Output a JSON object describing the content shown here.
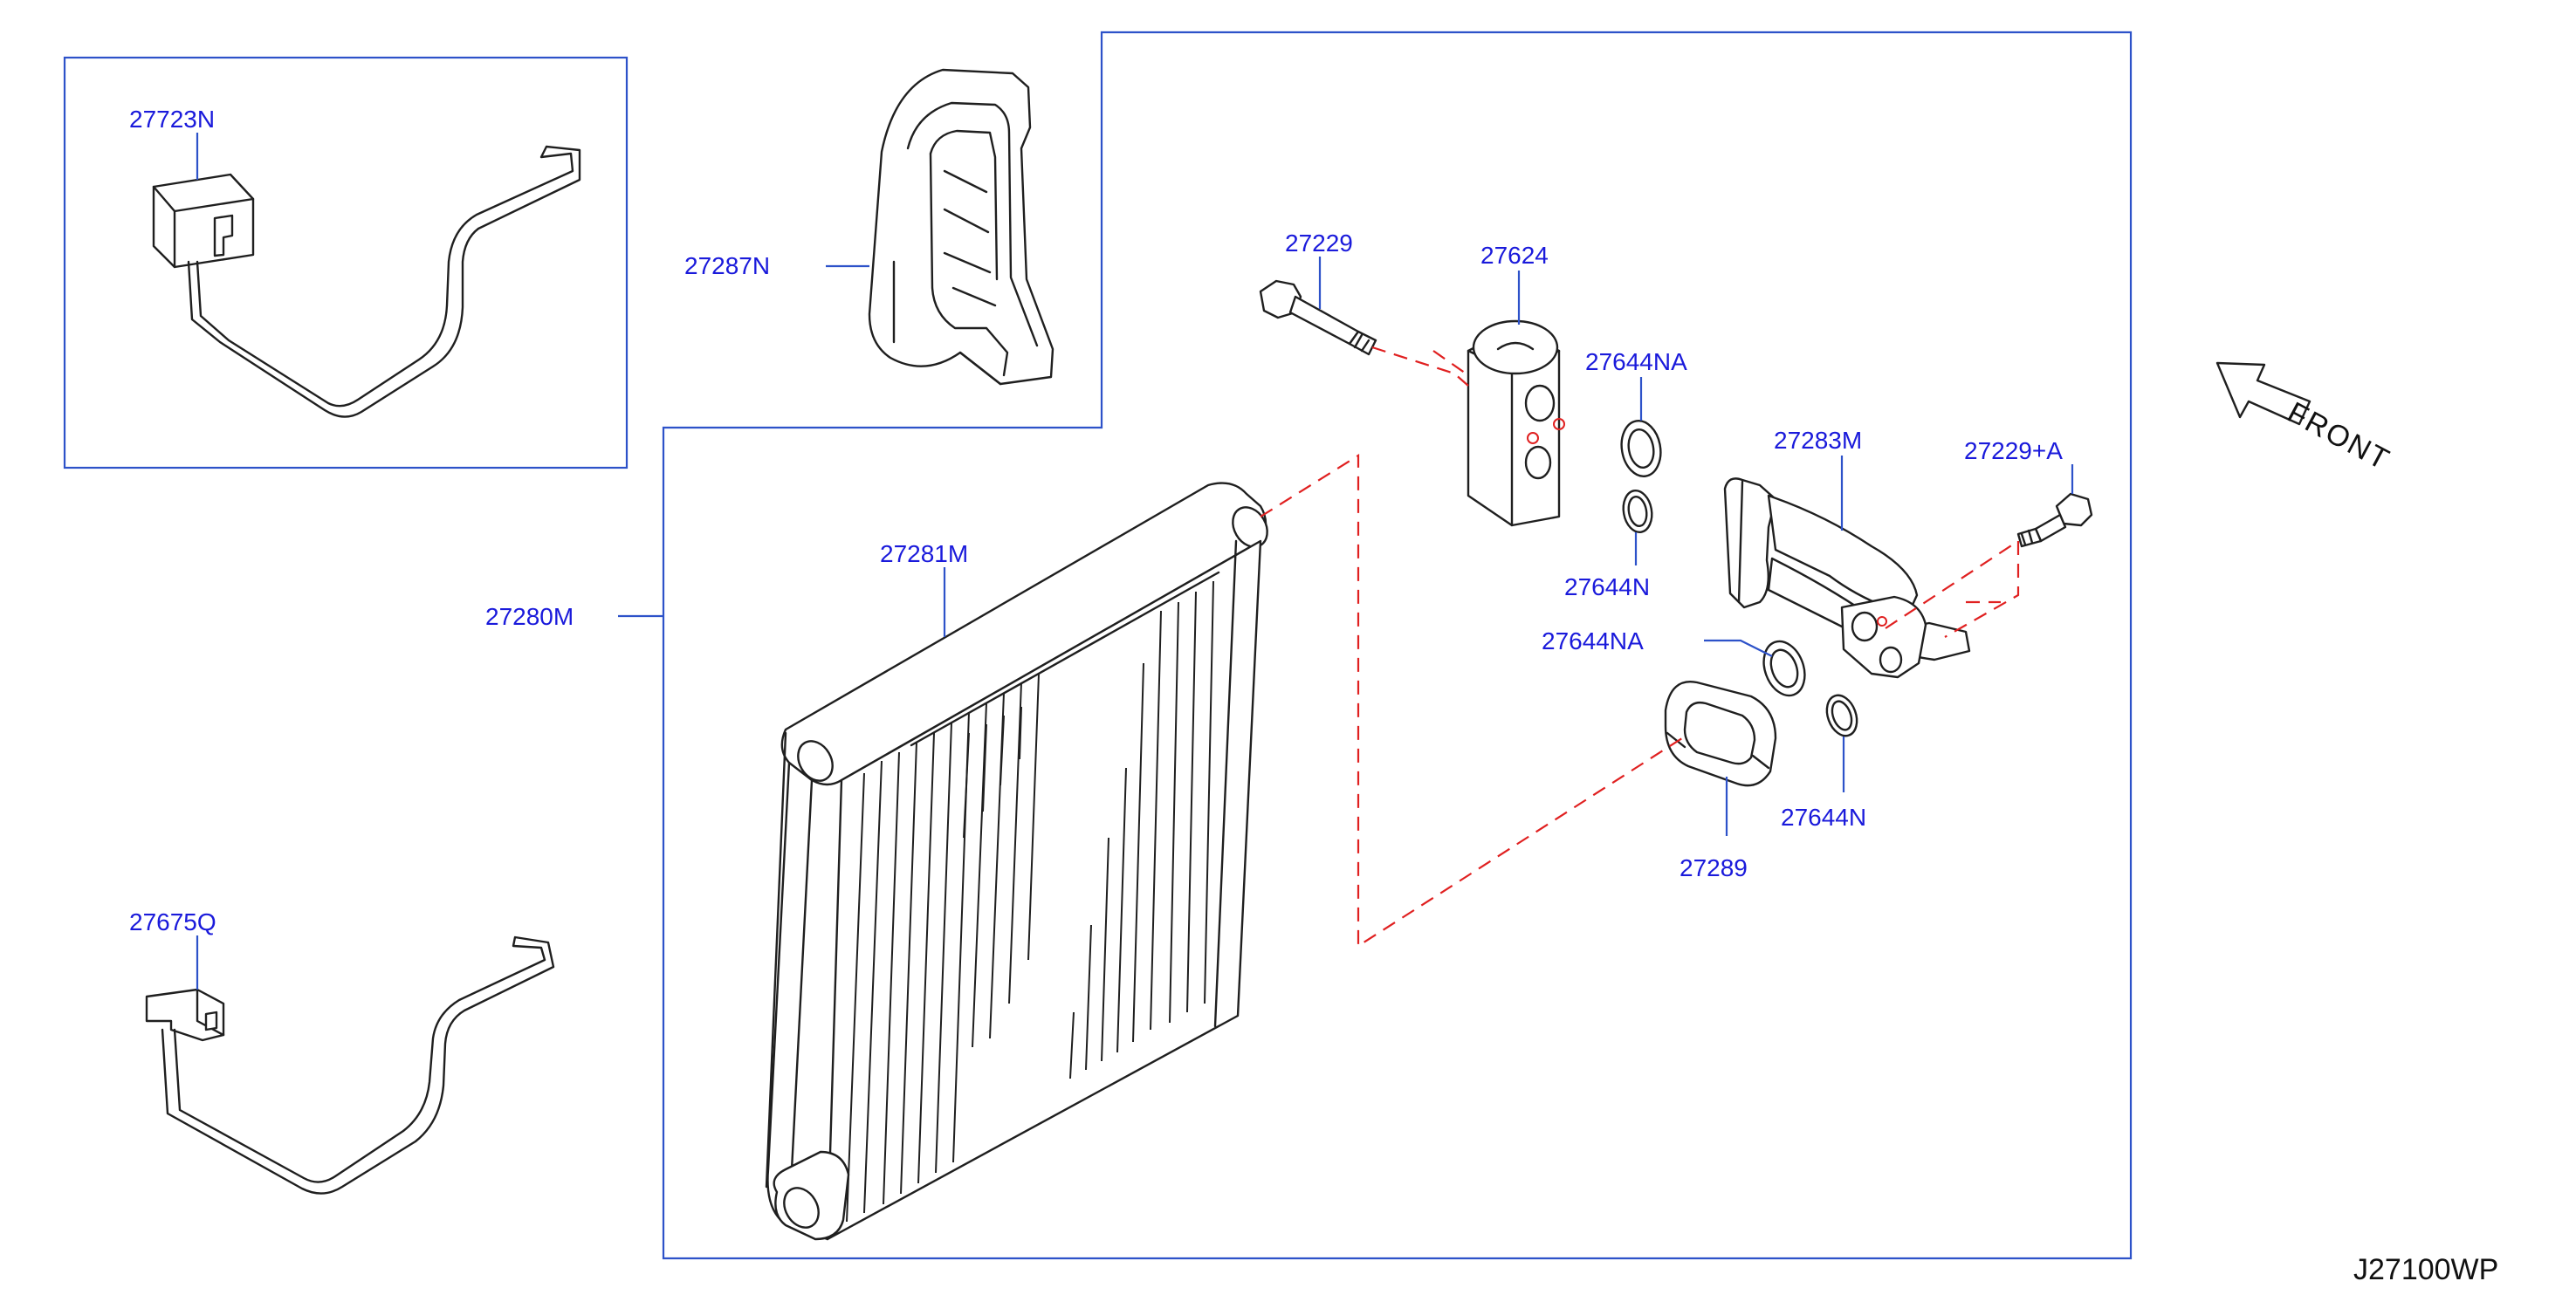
{
  "diagram_code": "J27100WP",
  "direction_label": "FRONT",
  "parts": {
    "p27723N": "27723N",
    "p27287N": "27287N",
    "p27280M": "27280M",
    "p27281M": "27281M",
    "p27675Q": "27675Q",
    "p27229": "27229",
    "p27624": "27624",
    "p27644NA_top": "27644NA",
    "p27644N_top": "27644N",
    "p27283M": "27283M",
    "p27229A": "27229+A",
    "p27644NA_mid": "27644NA",
    "p27644N_bottom": "27644N",
    "p27289": "27289"
  },
  "colors": {
    "label": "#1a1adb",
    "frame": "#2d52c9",
    "dashed_leader": "#e02020",
    "line_art": "#1f1f1f"
  },
  "icons": [
    "front-arrow-icon"
  ]
}
